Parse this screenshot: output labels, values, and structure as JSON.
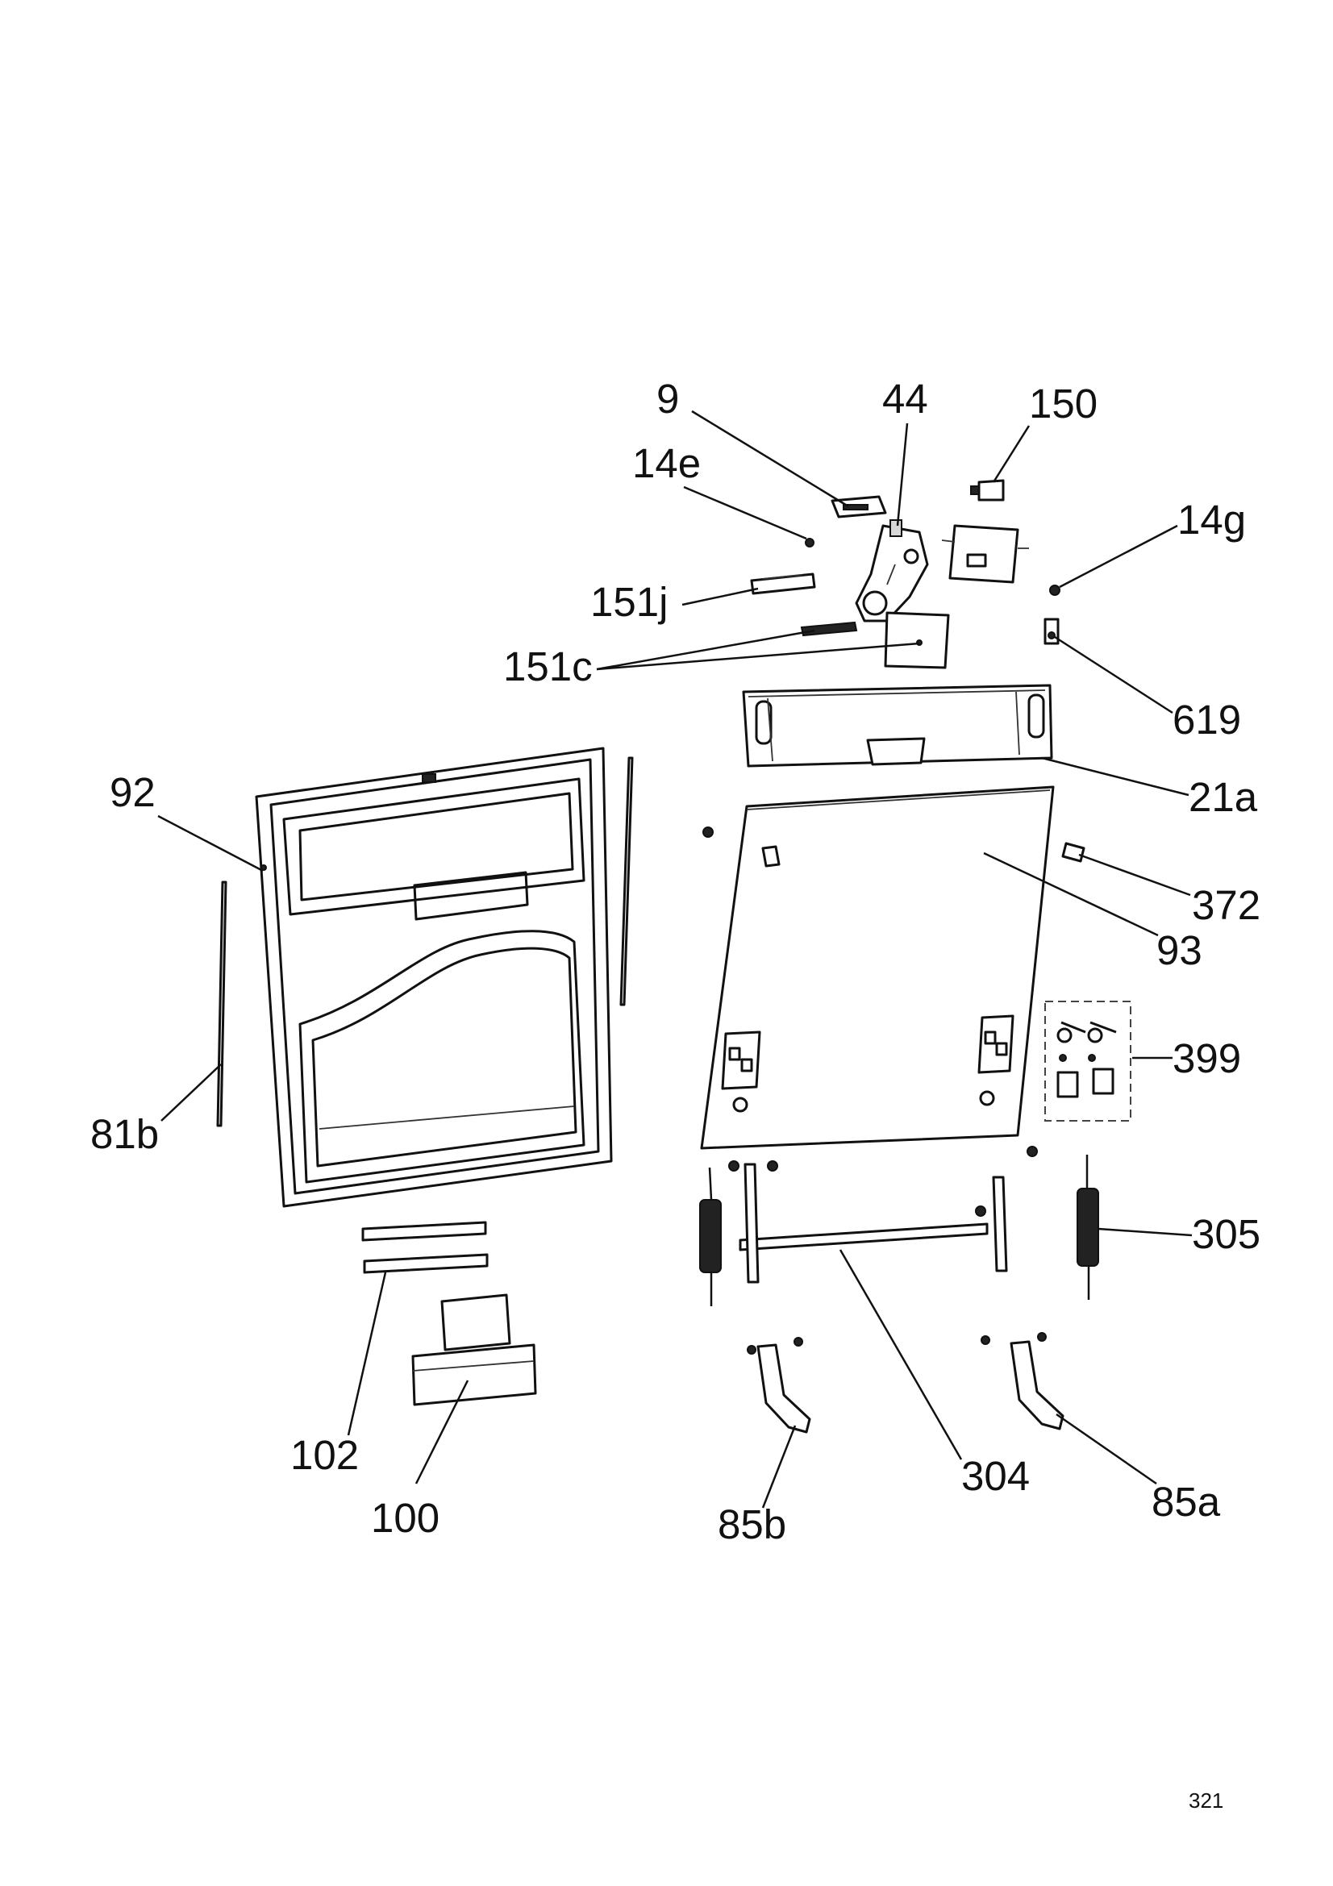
{
  "diagram": {
    "labels": [
      {
        "id": "l9",
        "text": "9"
      },
      {
        "id": "l44",
        "text": "44"
      },
      {
        "id": "l150",
        "text": "150"
      },
      {
        "id": "l14e",
        "text": "14e"
      },
      {
        "id": "l14g",
        "text": "14g"
      },
      {
        "id": "l151j",
        "text": "151j"
      },
      {
        "id": "l151c",
        "text": "151c"
      },
      {
        "id": "l619",
        "text": "619"
      },
      {
        "id": "l21a",
        "text": "21a"
      },
      {
        "id": "l92",
        "text": "92"
      },
      {
        "id": "l372",
        "text": "372"
      },
      {
        "id": "l93",
        "text": "93"
      },
      {
        "id": "l399",
        "text": "399"
      },
      {
        "id": "l81b",
        "text": "81b"
      },
      {
        "id": "l305",
        "text": "305"
      },
      {
        "id": "l102",
        "text": "102"
      },
      {
        "id": "l100",
        "text": "100"
      },
      {
        "id": "l304",
        "text": "304"
      },
      {
        "id": "l85a",
        "text": "85a"
      },
      {
        "id": "l85b",
        "text": "85b"
      }
    ],
    "page_number": "321"
  }
}
